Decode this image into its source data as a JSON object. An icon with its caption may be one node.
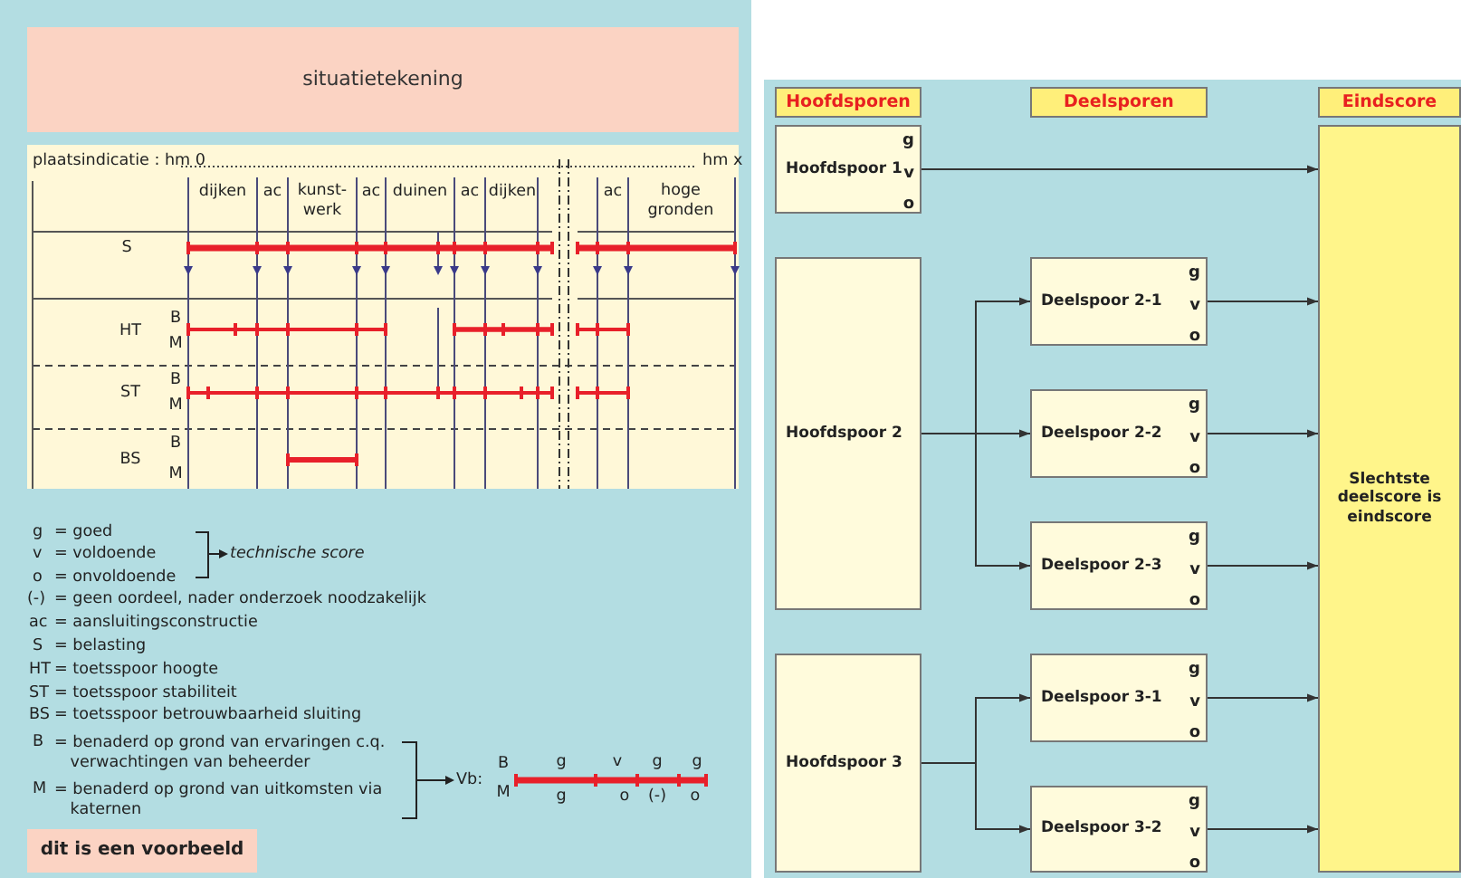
{
  "diagram": {
    "nodes": [
      {
        "text": [
          "situatietekening"
        ]
      },
      {
        "text": [
          "Hoofdsporen"
        ]
      },
      {
        "text": [
          "Deelsporen"
        ]
      },
      {
        "text": [
          "Eindscore"
        ]
      },
      {
        "text": [
          "Hoofdspoor 1",
          "g",
          "v",
          "o"
        ]
      },
      {
        "text": [
          "Hoofdspoor 2"
        ]
      },
      {
        "text": [
          "Deelspoor 2-1",
          "g",
          "v",
          "o"
        ]
      },
      {
        "text": [
          "Deelspoor 2-2",
          "g",
          "v",
          "o"
        ]
      },
      {
        "text": [
          "Deelspoor 2-3",
          "g",
          "v",
          "o"
        ]
      },
      {
        "text": [
          "Hoofdspoor 3"
        ]
      },
      {
        "text": [
          "Deelspoor 3-1",
          "g",
          "v",
          "o"
        ]
      },
      {
        "text": [
          "Deelspoor 3-2",
          "g",
          "v",
          "o"
        ]
      },
      {
        "text": [
          "Slechtste deelscore is eindscore"
        ]
      },
      {
        "text": [
          "dit is een voorbeeld"
        ]
      }
    ],
    "edges": [
      {
        "from": 4,
        "to": 12,
        "arrow": "to"
      },
      {
        "from": 5,
        "to": 6,
        "arrow": "to"
      },
      {
        "from": 5,
        "to": 7,
        "arrow": "to"
      },
      {
        "from": 5,
        "to": 8,
        "arrow": "to"
      },
      {
        "from": 6,
        "to": 12,
        "arrow": "to"
      },
      {
        "from": 7,
        "to": 12,
        "arrow": "to"
      },
      {
        "from": 8,
        "to": 12,
        "arrow": "to"
      },
      {
        "from": 9,
        "to": 10,
        "arrow": "to"
      },
      {
        "from": 9,
        "to": 11,
        "arrow": "to"
      },
      {
        "from": 10,
        "to": 12,
        "arrow": "to"
      },
      {
        "from": 11,
        "to": 12,
        "arrow": "to"
      }
    ],
    "labels": [
      "plaatsindicatie : hm 0",
      "hm x",
      "dijken",
      "ac",
      "kunst- werk",
      "ac",
      "duinen",
      "ac",
      "dijken",
      "ac",
      "hoge gronden",
      "S",
      "B",
      "HT",
      "M",
      "B",
      "ST",
      "M",
      "B",
      "BS",
      "M",
      "g",
      "= goed",
      "v",
      "= voldoende",
      "technische score",
      "o",
      "= onvoldoende",
      "(-)",
      "= geen oordeel, nader onderzoek noodzakelijk",
      "ac",
      "= aansluitingsconstructie",
      "S",
      "= belasting",
      "HT",
      "= toetsspoor hoogte",
      "ST",
      "= toetsspoor stabiliteit",
      "BS",
      "= toetsspoor betrouwbaarheid sluiting",
      "B",
      "= benaderd op grond van ervaringen c.q. verwachtingen van beheerder",
      "M",
      "= benaderd op grond van uitkomsten via katernen",
      "Vb:",
      "B",
      "g",
      "v",
      "g",
      "g",
      "M",
      "g",
      "o",
      "(-)",
      "o"
    ]
  }
}
